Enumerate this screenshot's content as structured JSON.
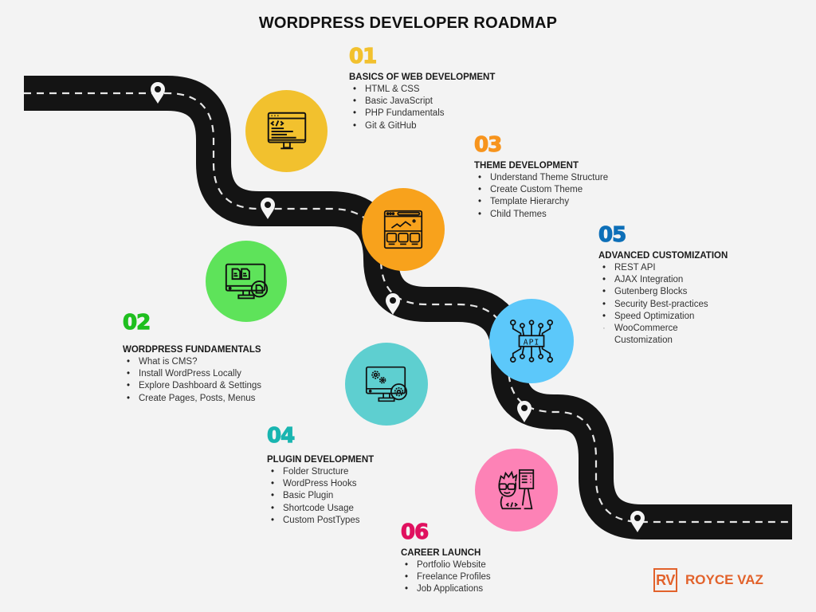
{
  "title": "WORDPRESS DEVELOPER ROADMAP",
  "colors": {
    "background": "#f3f3f3",
    "road": "#141414",
    "road_marking": "#e6e6e6",
    "step01": "#f2c12e",
    "step02": "#1fbf1f",
    "step03": "#f7941d",
    "step04": "#19b5b0",
    "step05": "#0d6fb8",
    "step06": "#e0115f",
    "brand": "#e2622b"
  },
  "steps": [
    {
      "number": "01",
      "heading": "BASICS OF WEB DEVELOPMENT",
      "icon": "code-monitor-icon",
      "circle_color": "#f2c12e",
      "items": [
        "HTML & CSS",
        "Basic JavaScript",
        "PHP Fundamentals",
        "Git & GitHub"
      ]
    },
    {
      "number": "02",
      "heading": "WORDPRESS FUNDAMENTALS",
      "icon": "documents-monitor-icon",
      "circle_color": "#5ee35a",
      "items": [
        "What is CMS?",
        "Install WordPress Locally",
        "Explore Dashboard & Settings",
        "Create Pages, Posts, Menus"
      ]
    },
    {
      "number": "03",
      "heading": "THEME DEVELOPMENT",
      "icon": "website-layout-icon",
      "circle_color": "#f8a21c",
      "items": [
        "Understand Theme Structure",
        "Create Custom Theme",
        "Template Hierarchy",
        "Child Themes"
      ]
    },
    {
      "number": "04",
      "heading": "PLUGIN DEVELOPMENT",
      "icon": "gears-monitor-icon",
      "circle_color": "#5ecfd0",
      "items": [
        "Folder Structure",
        "WordPress Hooks",
        "Basic Plugin",
        "Shortcode Usage",
        "Custom PostTypes"
      ]
    },
    {
      "number": "05",
      "heading": "ADVANCED CUSTOMIZATION",
      "icon": "api-circuit-icon",
      "circle_color": "#5cc8fa",
      "items": [
        "REST API",
        "AJAX Integration",
        "Gutenberg Blocks",
        "Security Best-practices",
        "Speed Optimization",
        "WooCommerce Customization"
      ]
    },
    {
      "number": "06",
      "heading": "CAREER LAUNCH",
      "icon": "developer-person-icon",
      "circle_color": "#fd82b6",
      "items": [
        "Portfolio Website",
        "Freelance Profiles",
        "Job Applications"
      ]
    }
  ],
  "brand": {
    "initials": "RV",
    "name": "ROYCE VAZ"
  }
}
